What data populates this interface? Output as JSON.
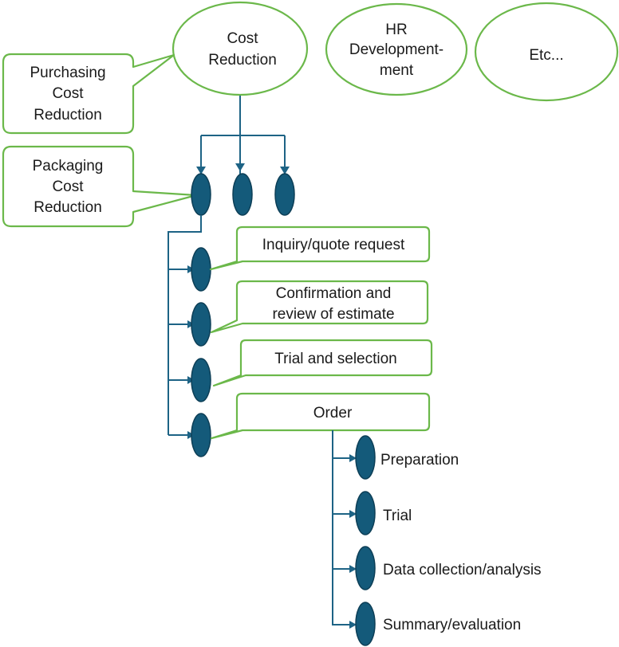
{
  "colors": {
    "outline_green": "#6bb84a",
    "node_fill": "#145a7a",
    "connector": "#1d6385",
    "text": "#1a1a1a"
  },
  "goals": {
    "cost_reduction": [
      "Cost",
      "Reduction"
    ],
    "hr_development": [
      "HR",
      "Development-",
      "ment"
    ],
    "etc": [
      "Etc..."
    ]
  },
  "callouts": {
    "purchasing": [
      "Purchasing",
      "Cost",
      "Reduction"
    ],
    "packaging": [
      "Packaging",
      "Cost",
      "Reduction"
    ]
  },
  "steps": {
    "inquiry": [
      "Inquiry/quote request"
    ],
    "confirmation": [
      "Confirmation and",
      "review of estimate"
    ],
    "trial_selection": [
      "Trial and selection"
    ],
    "order": [
      "Order"
    ]
  },
  "substeps": {
    "preparation": "Preparation",
    "trial": "Trial",
    "data_collection": "Data collection/analysis",
    "summary": "Summary/evaluation"
  }
}
